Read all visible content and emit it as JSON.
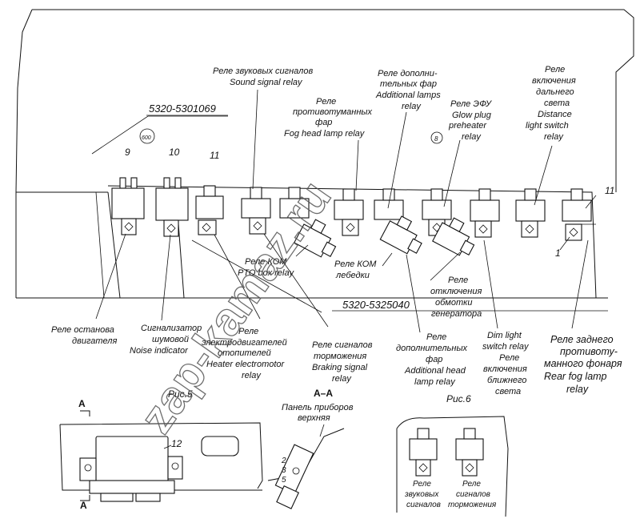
{
  "part_numbers": {
    "top_panel": "5320-5301069",
    "relay_panel": "5320-5325040"
  },
  "callout_numbers": {
    "n9": "9",
    "n10": "10",
    "n11a": "11",
    "n11b": "11",
    "n1": "1",
    "n12": "12",
    "badge600": "600",
    "badge_right": "8",
    "aa2": "2",
    "aa3": "3",
    "aa5": "5"
  },
  "labels": {
    "sound_ru": "Реле звуковых сигналов",
    "sound_en": "Sound signal relay",
    "fog1": "Реле",
    "fog2": "противотуманных",
    "fog3": "фар",
    "fog_en": "Fog head lamp relay",
    "add1": "Реле дополни-",
    "add2": "тельных фар",
    "add_en1": "Additional lamps",
    "add_en2": "relay",
    "efu1": "Реле ЭФУ",
    "efu_en1": "Glow plug",
    "efu_en2": "preheater",
    "efu_en3": "relay",
    "dist1": "Реле",
    "dist2": "включения",
    "dist3": "дальнего",
    "dist4": "света",
    "dist_en1": "Distance",
    "dist_en2": "light switch",
    "dist_en3": "relay",
    "pto1": "Реле КОМ",
    "pto_en": "PTO box relay",
    "winch1": "Реле КОМ",
    "winch2": "лебедки",
    "gen1": "Реле",
    "gen2": "отключения",
    "gen3": "обмотки",
    "gen4": "генератора",
    "stop1": "Реле останова",
    "stop2": "двигателя",
    "noise1": "Сигнализатор",
    "noise2": "шумовой",
    "noise_en": "Noise indicator",
    "heat1": "Реле",
    "heat2": "электродвигателей",
    "heat3": "отопителей",
    "heat_en1": "Heater electromotor",
    "heat_en2": "relay",
    "brake1": "Реле сигналов",
    "brake2": "торможения",
    "brake_en1": "Braking signal",
    "brake_en2": "relay",
    "addh1": "Реле",
    "addh2": "дополнительных",
    "addh3": "фар",
    "addh_en1": "Additional head",
    "addh_en2": "lamp relay",
    "dim_en1": "Dim light",
    "dim_en2": "switch relay",
    "dim1": "Реле",
    "dim2": "включения",
    "dim3": "ближнего",
    "dim4": "света",
    "rfog1": "Реле заднего",
    "rfog2": "противоту-",
    "rfog3": "манного фонаря",
    "rfog_en1": "Rear fog lamp",
    "rfog_en2": "relay"
  },
  "figures": {
    "fig5": "Рис.5",
    "fig6": "Рис.6",
    "section_a_top": "A",
    "section_a_bottom": "A",
    "section_aa": "А–А",
    "panel1": "Панель приборов",
    "panel2": "верхняя",
    "fig6_left1": "Реле",
    "fig6_left2": "звуковых",
    "fig6_left3": "сигналов",
    "fig6_right1": "Реле",
    "fig6_right2": "сигналов",
    "fig6_right3": "торможения"
  },
  "watermark": {
    "text": "zap-kamaz.ru"
  }
}
